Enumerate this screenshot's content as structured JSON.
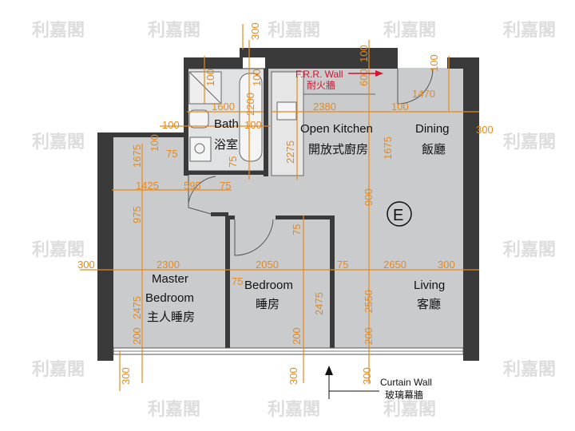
{
  "watermark": {
    "text": "利嘉閣",
    "color": "#dddddd"
  },
  "colors": {
    "floor": "#c9cbcd",
    "wall": "#3a3a3a",
    "dim": "#e8891a",
    "frr": "#d8132b"
  },
  "rooms": {
    "bath": {
      "en": "Bath",
      "zh": "浴室"
    },
    "kitchen": {
      "en": "Open Kitchen",
      "zh": "開放式廚房"
    },
    "dining": {
      "en": "Dining",
      "zh": "飯廳"
    },
    "master": {
      "en1": "Master",
      "en2": "Bedroom",
      "zh": "主人睡房"
    },
    "bedroom": {
      "en": "Bedroom",
      "zh": "睡房"
    },
    "living": {
      "en": "Living",
      "zh": "客廳"
    }
  },
  "unit_label": "E",
  "frr_wall": {
    "en": "F.R.R. Wall",
    "zh": "耐火牆"
  },
  "curtain_wall": {
    "en": "Curtain Wall",
    "zh": "玻璃幕牆"
  },
  "dims": {
    "top300": "300",
    "bath100a": "100",
    "bath100b": "100",
    "k100": "100",
    "k600": "600",
    "d1470": "1470",
    "bath2200": "2200",
    "bath1600": "1600",
    "k2380": "2380",
    "d100": "100",
    "left100": "100",
    "mid100": "100",
    "r300": "300",
    "k2275": "2275",
    "d1675": "1675",
    "m1675": "1675",
    "m100": "100",
    "m75": "75",
    "b75": "75",
    "m1425": "1425",
    "b595": "595",
    "b75b": "75",
    "m975": "975",
    "k900": "900",
    "br75": "75",
    "l300": "300",
    "m2300": "2300",
    "br2050": "2050",
    "br75b": "75",
    "lv2650": "2650",
    "lv300": "300",
    "m2475": "2475",
    "br75c": "75",
    "br2475": "2475",
    "lv2550": "2550",
    "m200": "200",
    "br200": "200",
    "lv200": "200",
    "b300a": "300",
    "b300b": "300",
    "b300c": "300"
  }
}
